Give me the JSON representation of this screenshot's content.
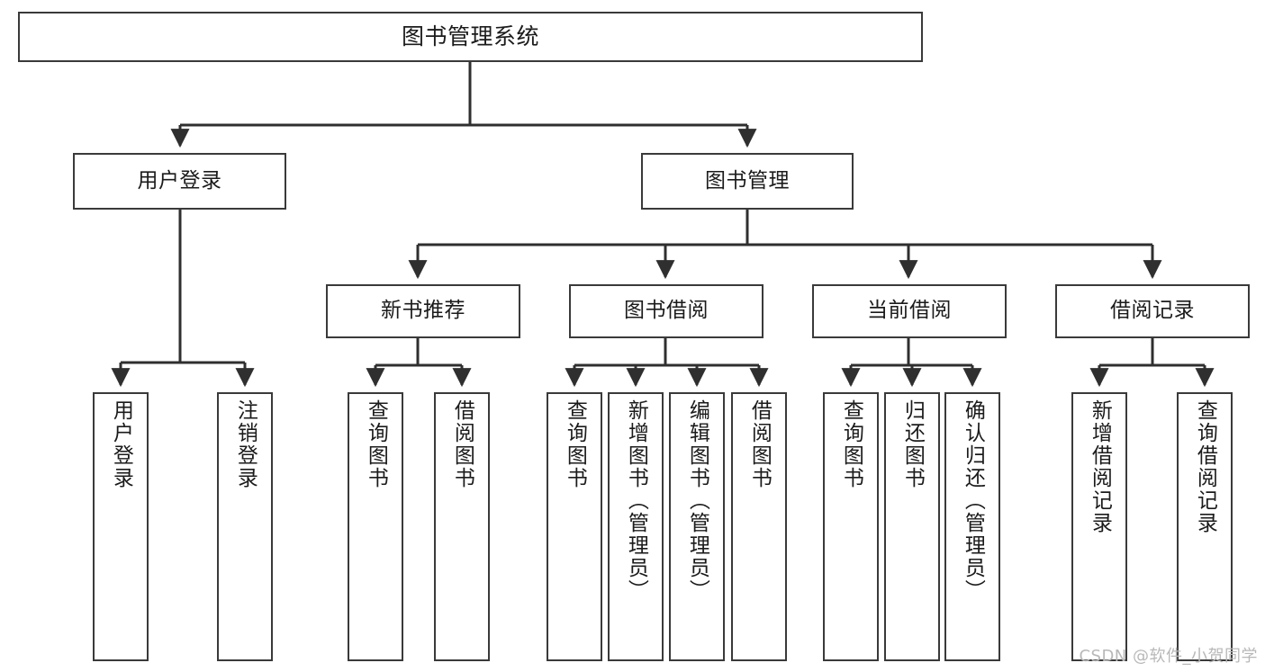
{
  "diagram": {
    "title": "图书管理系统",
    "type": "tree",
    "watermark": "CSDN @软件_小贺同学",
    "colors": {
      "box_stroke": "#3a3a3a",
      "box_fill": "#ffffff",
      "edge": "#2f2f2f",
      "text": "#1b1b1b",
      "watermark": "#b8b8b8"
    },
    "root": {
      "id": "root",
      "label": "图书管理系统"
    },
    "level1": [
      {
        "id": "l1-user-login",
        "label": "用户登录"
      },
      {
        "id": "l1-book-manage",
        "label": "图书管理"
      }
    ],
    "level2": [
      {
        "id": "l2-new-book-rec",
        "label": "新书推荐",
        "parent": "l1-book-manage"
      },
      {
        "id": "l2-book-borrow",
        "label": "图书借阅",
        "parent": "l1-book-manage"
      },
      {
        "id": "l2-current-borrow",
        "label": "当前借阅",
        "parent": "l1-book-manage"
      },
      {
        "id": "l2-borrow-record",
        "label": "借阅记录",
        "parent": "l1-book-manage"
      }
    ],
    "leaves": {
      "user_login": [
        {
          "id": "leaf-user-login",
          "label": "用户登录"
        },
        {
          "id": "leaf-user-logout",
          "label": "注销登录"
        }
      ],
      "new_book_rec": [
        {
          "id": "leaf-query-book-1",
          "label": "查询图书"
        },
        {
          "id": "leaf-borrow-book-1",
          "label": "借阅图书"
        }
      ],
      "book_borrow": [
        {
          "id": "leaf-query-book-2",
          "label": "查询图书"
        },
        {
          "id": "leaf-add-book",
          "label": "新增图书（管理员）"
        },
        {
          "id": "leaf-edit-book",
          "label": "编辑图书（管理员）"
        },
        {
          "id": "leaf-borrow-book-2",
          "label": "借阅图书"
        }
      ],
      "current_borrow": [
        {
          "id": "leaf-query-book-3",
          "label": "查询图书"
        },
        {
          "id": "leaf-return-book",
          "label": "归还图书"
        },
        {
          "id": "leaf-confirm-return",
          "label": "确认归还（管理员）"
        }
      ],
      "borrow_record": [
        {
          "id": "leaf-add-record",
          "label": "新增借阅记录"
        },
        {
          "id": "leaf-query-record",
          "label": "查询借阅记录"
        }
      ]
    }
  }
}
